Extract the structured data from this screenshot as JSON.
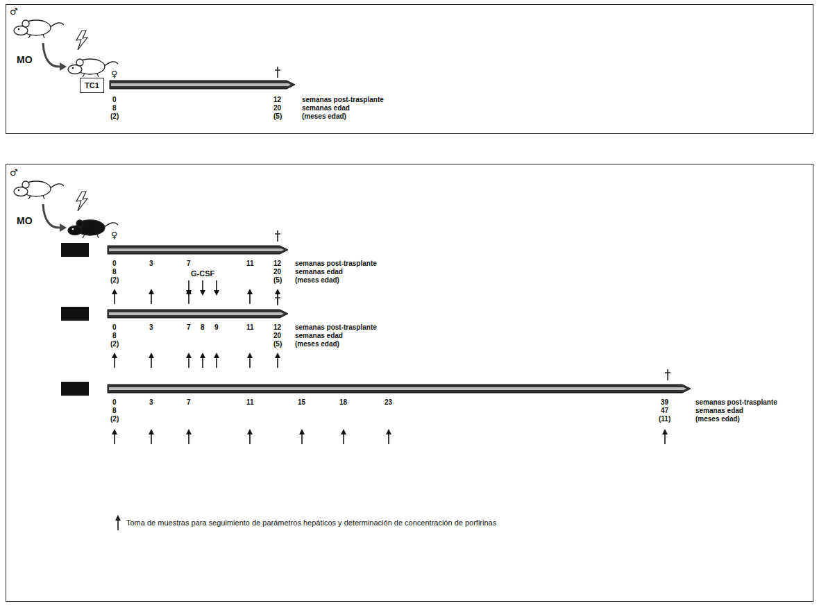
{
  "diagram": {
    "nodes": [
      {
        "text": [
          "TC1"
        ]
      }
    ],
    "labels": [
      "♂",
      "MO",
      "♀",
      "0",
      "12",
      "8",
      "20",
      "(2)",
      "(5)",
      "semanas post-trasplante",
      "semanas edad",
      "(meses edad)",
      "♂",
      "MO",
      "♀",
      "0",
      "3",
      "7",
      "11",
      "12",
      "8",
      "20",
      "(2)",
      "(5)",
      "semanas post-trasplante",
      "semanas edad",
      "(meses edad)",
      "G-CSF",
      "0",
      "3",
      "7",
      "8",
      "9",
      "11",
      "12",
      "8",
      "20",
      "(2)",
      "(5)",
      "semanas post-trasplante",
      "semanas edad",
      "(meses edad)",
      "0",
      "3",
      "7",
      "11",
      "15",
      "18",
      "23",
      "39",
      "8",
      "47",
      "(2)",
      "(11)",
      "semanas post-trasplante",
      "semanas edad",
      "(meses edad)"
    ],
    "legend": [
      {
        "text": "Toma de muestras para seguimiento de parámetros hepáticos y determinación de concentración de porfirinas"
      }
    ]
  }
}
